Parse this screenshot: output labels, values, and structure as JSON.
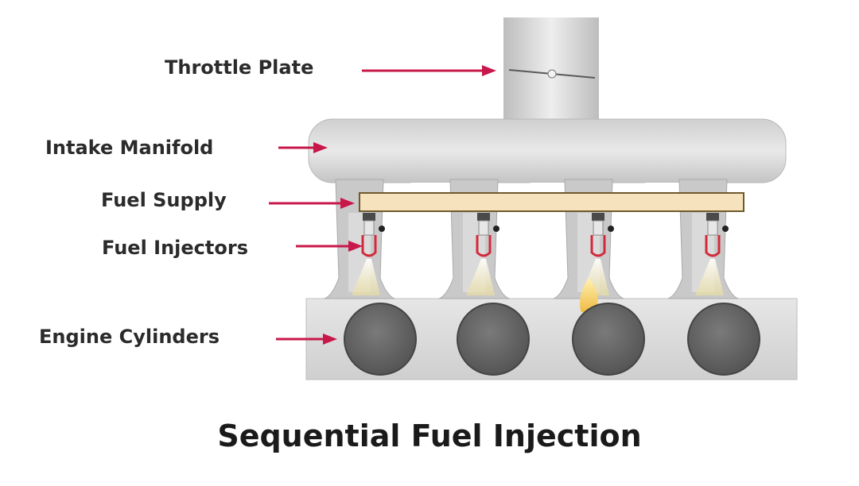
{
  "diagram": {
    "caption": "Sequential Fuel Injection",
    "labels": {
      "throttle_plate": "Throttle Plate",
      "intake_manifold": "Intake Manifold",
      "fuel_supply": "Fuel Supply",
      "fuel_injectors": "Fuel Injectors",
      "engine_cylinders": "Engine Cylinders"
    },
    "colors": {
      "arrow": "#c8174a",
      "manifold": "#d4d4d4",
      "fuel_rail": "#f6e3bd",
      "engine_block": "#d9d9d9",
      "cylinder": "#666666",
      "injector": "#d22a3a",
      "spray": "#efd98a"
    },
    "cylinder_count": 4,
    "active_cylinder": 3
  }
}
